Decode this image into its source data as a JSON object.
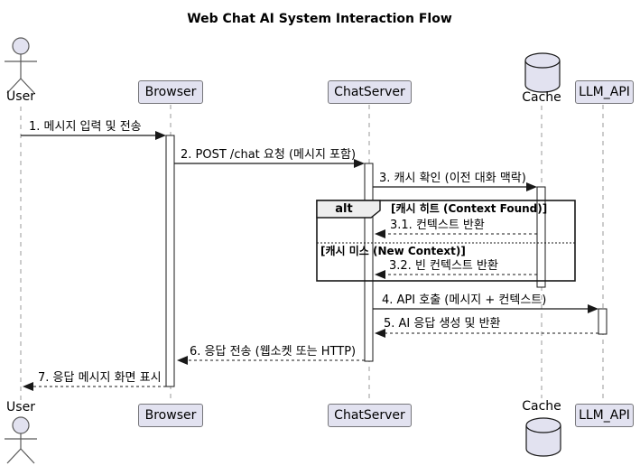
{
  "title": "Web Chat AI System Interaction Flow",
  "diagram_type": "uml-sequence",
  "participants": [
    {
      "name": "User",
      "type": "actor"
    },
    {
      "name": "Browser",
      "type": "participant"
    },
    {
      "name": "ChatServer",
      "type": "participant"
    },
    {
      "name": "Cache",
      "type": "database"
    },
    {
      "name": "LLM_API",
      "type": "participant"
    }
  ],
  "messages": [
    {
      "label": "1. 메시지 입력 및 전송",
      "from": "User",
      "to": "Browser",
      "line": "solid"
    },
    {
      "label": "2. POST /chat 요청 (메시지 포함)",
      "from": "Browser",
      "to": "ChatServer",
      "line": "solid"
    },
    {
      "label": "3. 캐시 확인 (이전 대화 맥락)",
      "from": "ChatServer",
      "to": "Cache",
      "line": "solid"
    },
    {
      "label": "3.1. 컨텍스트 반환",
      "from": "Cache",
      "to": "ChatServer",
      "line": "dashed"
    },
    {
      "label": "3.2. 빈 컨텍스트 반환",
      "from": "Cache",
      "to": "ChatServer",
      "line": "dashed"
    },
    {
      "label": "4. API 호출 (메시지 + 컨텍스트)",
      "from": "ChatServer",
      "to": "LLM_API",
      "line": "solid"
    },
    {
      "label": "5. AI 응답 생성 및 반환",
      "from": "LLM_API",
      "to": "ChatServer",
      "line": "dashed"
    },
    {
      "label": "6. 응답 전송 (웹소켓 또는 HTTP)",
      "from": "ChatServer",
      "to": "Browser",
      "line": "dashed"
    },
    {
      "label": "7. 응답 메시지 화면 표시",
      "from": "Browser",
      "to": "User",
      "line": "dashed"
    }
  ],
  "alt_block": {
    "keyword": "alt",
    "conditions": [
      "[캐시 히트 (Context Found)]",
      "[캐시 미스 (New Context)]"
    ]
  },
  "colors": {
    "participant_fill": "#E2E2F0",
    "alt_header_fill": "#EEEEEE",
    "line_color": "#181818",
    "lifeline_color": "#999999",
    "background": "#FFFFFF"
  }
}
